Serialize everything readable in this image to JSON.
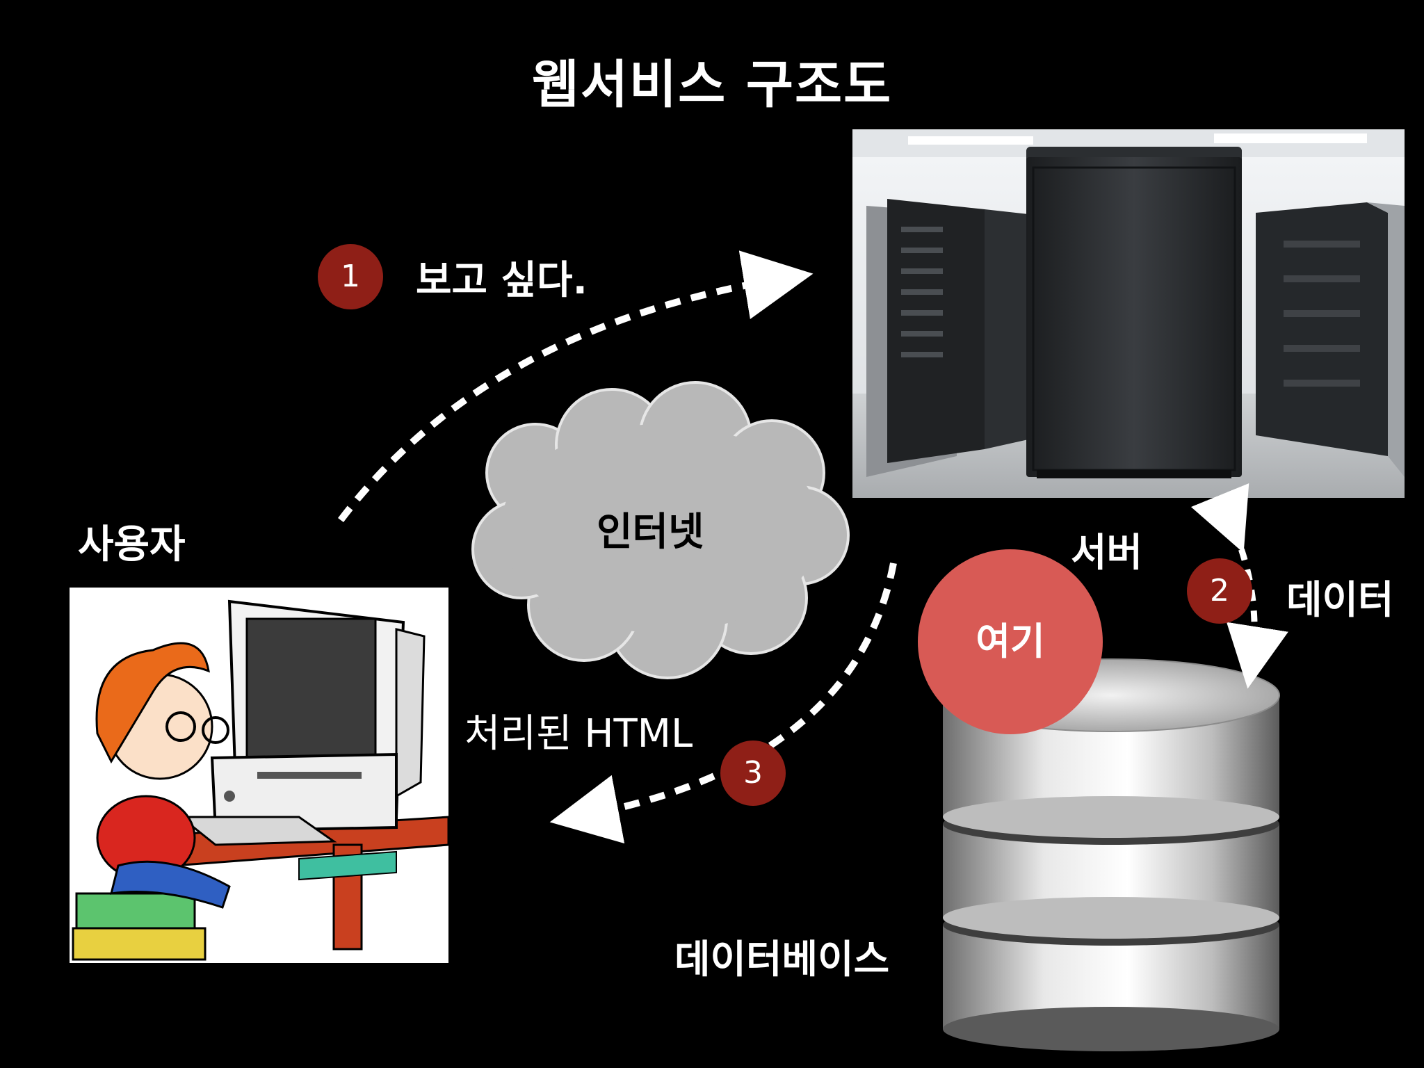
{
  "title": "웹서비스 구조도",
  "labels": {
    "user": "사용자",
    "internet": "인터넷",
    "server": "서버",
    "database": "데이터베이스",
    "here": "여기"
  },
  "steps": [
    {
      "number": "1",
      "text": "보고 싶다."
    },
    {
      "number": "2",
      "text": "데이터"
    },
    {
      "number": "3",
      "text": "처리된 HTML"
    }
  ],
  "icons": {
    "user": "user-computer-icon",
    "server": "server-room-icon",
    "database": "database-icon",
    "cloud": "cloud-icon"
  },
  "colors": {
    "background": "#000000",
    "badge": "#8f1f17",
    "highlight": "#d85a55",
    "cloud": "#b8b8b8"
  }
}
